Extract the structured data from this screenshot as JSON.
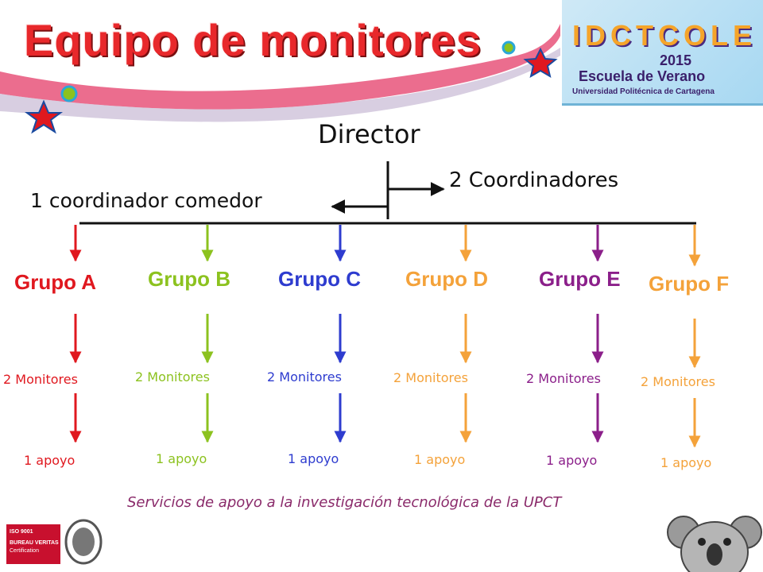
{
  "title": "Equipo de monitores",
  "logo": {
    "letters": "IDCTCOLE",
    "year": "2015",
    "school": "Escuela de Verano",
    "university": "Universidad Politécnica de Cartagena"
  },
  "director": "Director",
  "coordinators": "2 Coordinadores",
  "dining_coordinator": "1 coordinador comedor",
  "groups": [
    {
      "name": "Grupo A",
      "monitors": "2 Monitores",
      "support": "1 apoyo",
      "color": "#e0181f"
    },
    {
      "name": "Grupo B",
      "monitors": "2 Monitores",
      "support": "1 apoyo",
      "color": "#8cc21f"
    },
    {
      "name": "Grupo C",
      "monitors": "2 Monitores",
      "support": "1 apoyo",
      "color": "#2e3ccf"
    },
    {
      "name": "Grupo D",
      "monitors": "2 Monitores",
      "support": "1 apoyo",
      "color": "#f4a23a"
    },
    {
      "name": "Grupo E",
      "monitors": "2 Monitores",
      "support": "1 apoyo",
      "color": "#8b1f8a"
    },
    {
      "name": "Grupo F",
      "monitors": "2 Monitores",
      "support": "1 apoyo",
      "color": "#f4a23a"
    }
  ],
  "footer": "Servicios de apoyo a la investigación tecnológica de la UPCT",
  "certification": {
    "iso": "ISO 9001",
    "body": "BUREAU VERITAS",
    "label": "Certification"
  }
}
